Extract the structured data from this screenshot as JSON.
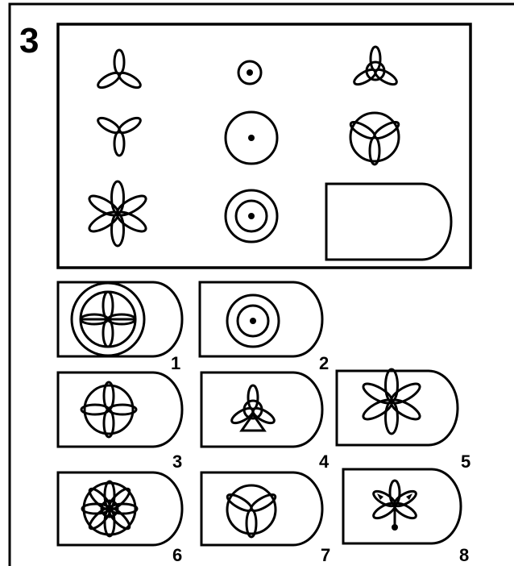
{
  "puzzle": {
    "number": "3",
    "options": [
      {
        "label": "1"
      },
      {
        "label": "2"
      },
      {
        "label": "3"
      },
      {
        "label": "4"
      },
      {
        "label": "5"
      },
      {
        "label": "6"
      },
      {
        "label": "7"
      },
      {
        "label": "8"
      }
    ]
  }
}
